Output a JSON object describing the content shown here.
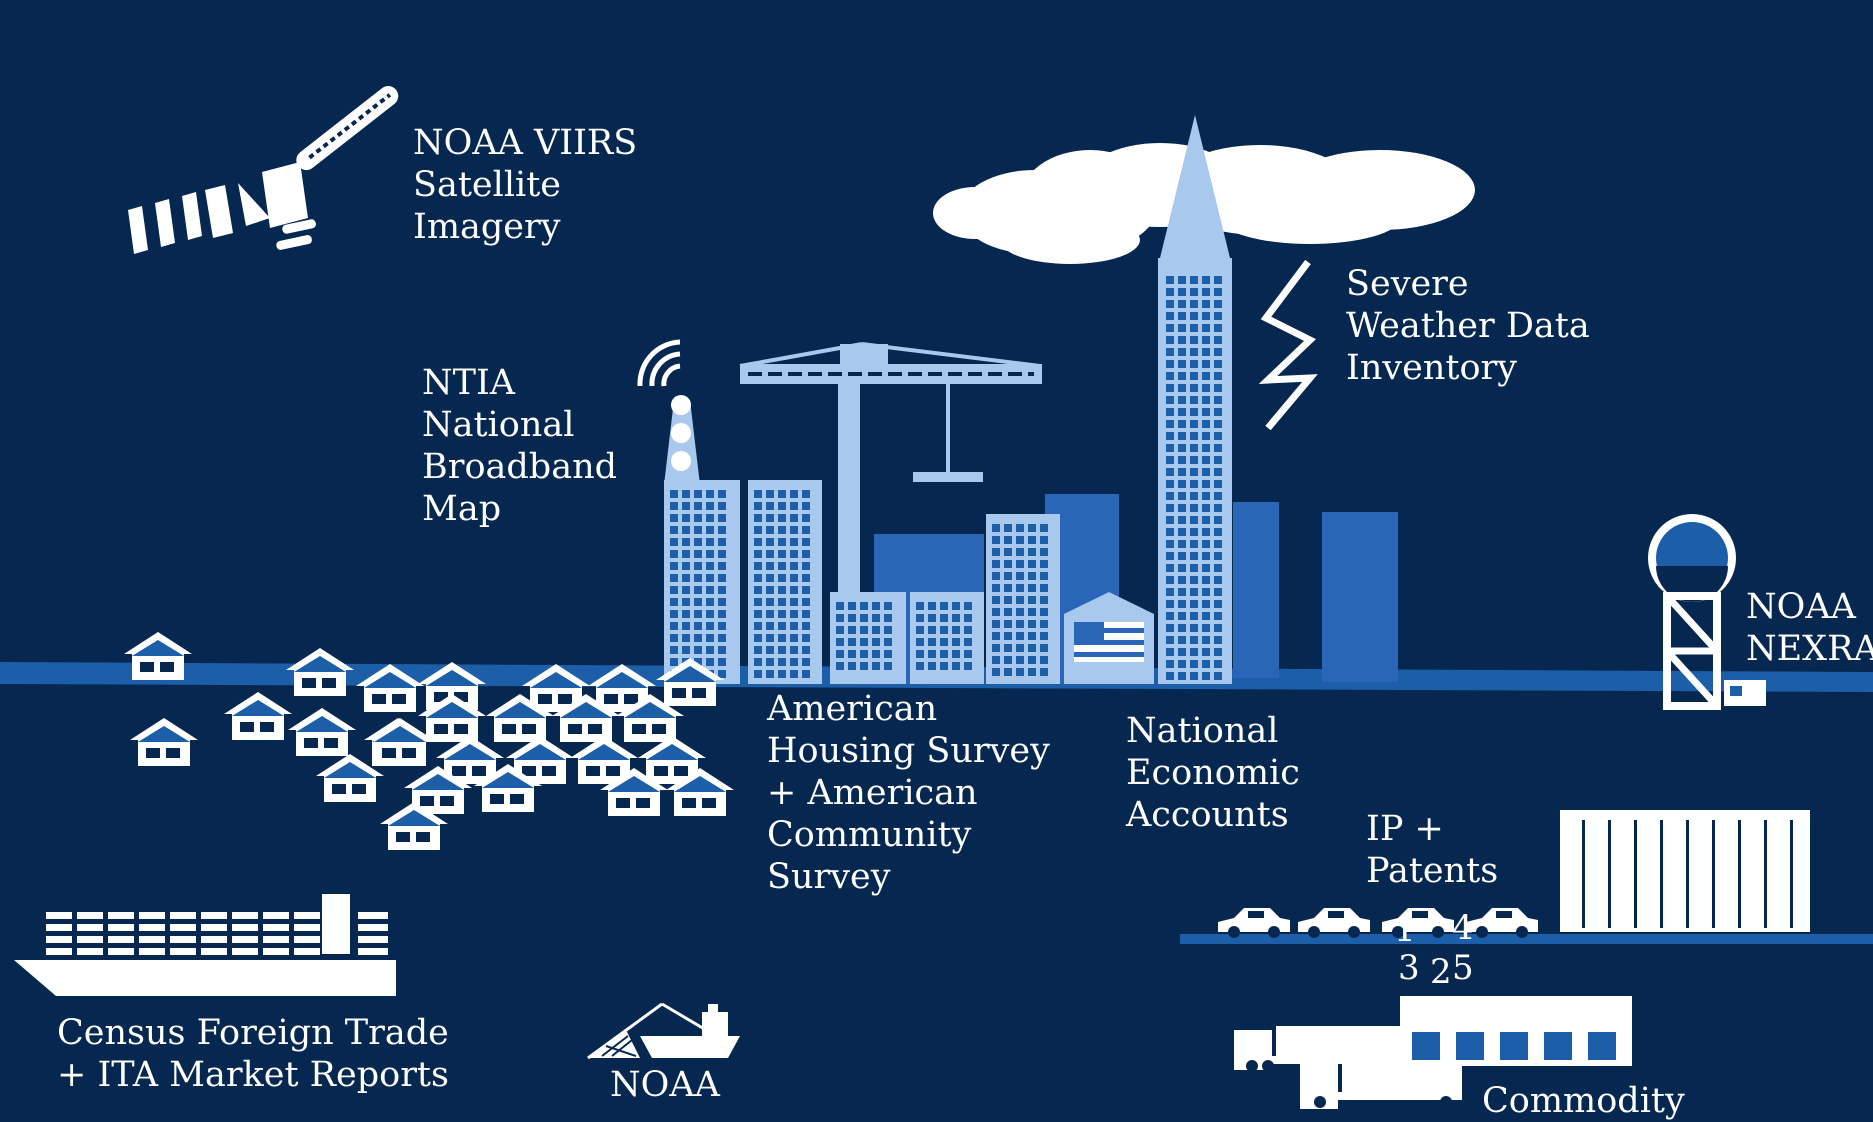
{
  "colors": {
    "background": "#06274f",
    "ground": "#1d5ea8",
    "building_light": "#a9c8ee",
    "building_mid": "#2a66b8",
    "white": "#ffffff"
  },
  "icons": [
    "satellite-icon",
    "cloud-icon",
    "lightning-icon",
    "city-skyline-icon",
    "crane-icon",
    "cell-tower-icon",
    "radar-tower-icon",
    "house-icon",
    "cargo-ship-icon",
    "fishing-boat-icon",
    "car-icon",
    "warehouse-icon",
    "truck-icon",
    "capitol-building-icon",
    "flag-icon"
  ],
  "labels": {
    "viirs": [
      "NOAA VIIRS",
      "Satellite",
      "Imagery"
    ],
    "weather": [
      "Severe",
      "Weather Data",
      "Inventory"
    ],
    "ntia": [
      "NTIA",
      "National",
      "Broadband",
      "Map"
    ],
    "nexrad": [
      "NOAA",
      "NEXRA"
    ],
    "housing": [
      "American",
      "Housing Survey",
      "+ American",
      "Community",
      "Survey"
    ],
    "nea": [
      "National",
      "Economic",
      "Accounts"
    ],
    "ip": [
      "IP +",
      "Patents"
    ],
    "trade": [
      "Census Foreign Trade",
      "+ ITA Market Reports"
    ],
    "noaa_fish": [
      "NOAA"
    ],
    "commodity": [
      "Commodity"
    ]
  },
  "car_numbers": [
    "1",
    "4",
    "3",
    "2",
    "5"
  ]
}
